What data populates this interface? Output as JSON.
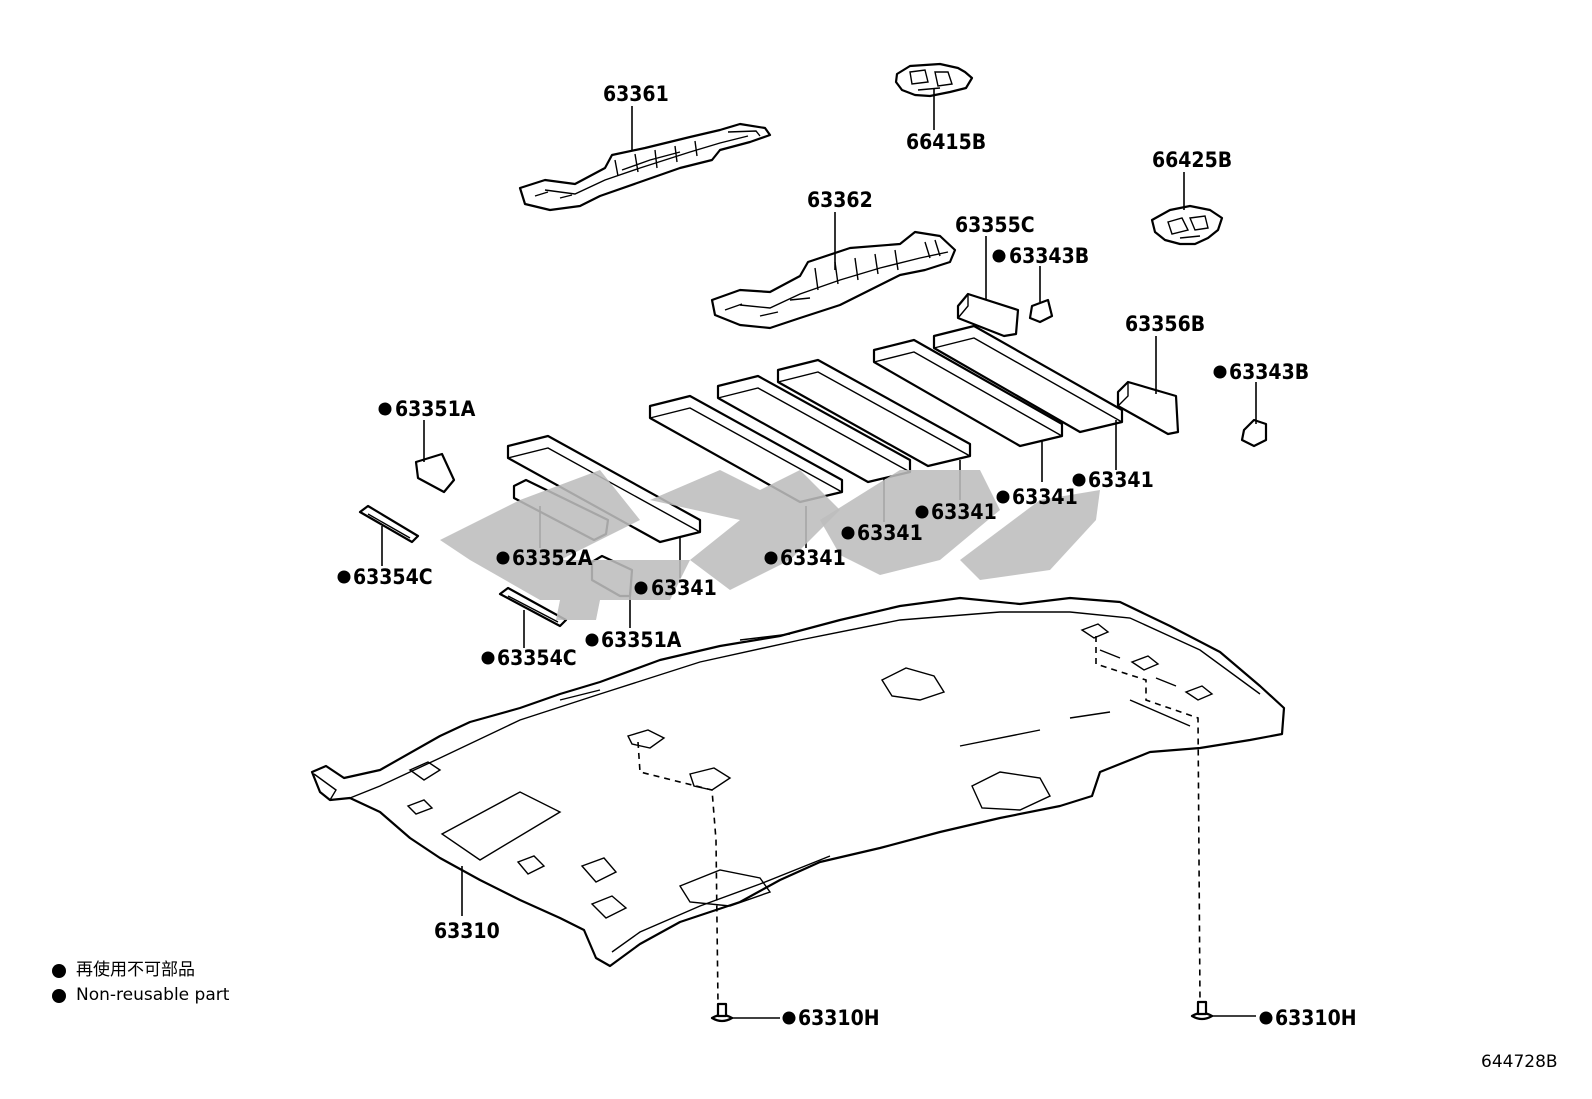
{
  "callouts": {
    "c63361": "63361",
    "c66415b": "66415B",
    "c66425b": "66425B",
    "c63362": "63362",
    "c63355c": "63355C",
    "c63343b_1": "63343B",
    "c63356b": "63356B",
    "c63343b_2": "63343B",
    "c63351a_1": "63351A",
    "c63341_a": "63341",
    "c63341_b": "63341",
    "c63341_c": "63341",
    "c63341_d": "63341",
    "c63341_e": "63341",
    "c63341_f": "63341",
    "c63352a": "63352A",
    "c63354c_1": "63354C",
    "c63354c_2": "63354C",
    "c63351a_2": "63351A",
    "c63310": "63310",
    "c63310h_1": "63310H",
    "c63310h_2": "63310H"
  },
  "legend": {
    "line1": "再使用不可部品",
    "line2": "Non-reusable part"
  },
  "drawing_id": "644728B",
  "colors": {
    "line": "#000000",
    "watermark": "#bdbdbd",
    "background": "#ffffff"
  }
}
